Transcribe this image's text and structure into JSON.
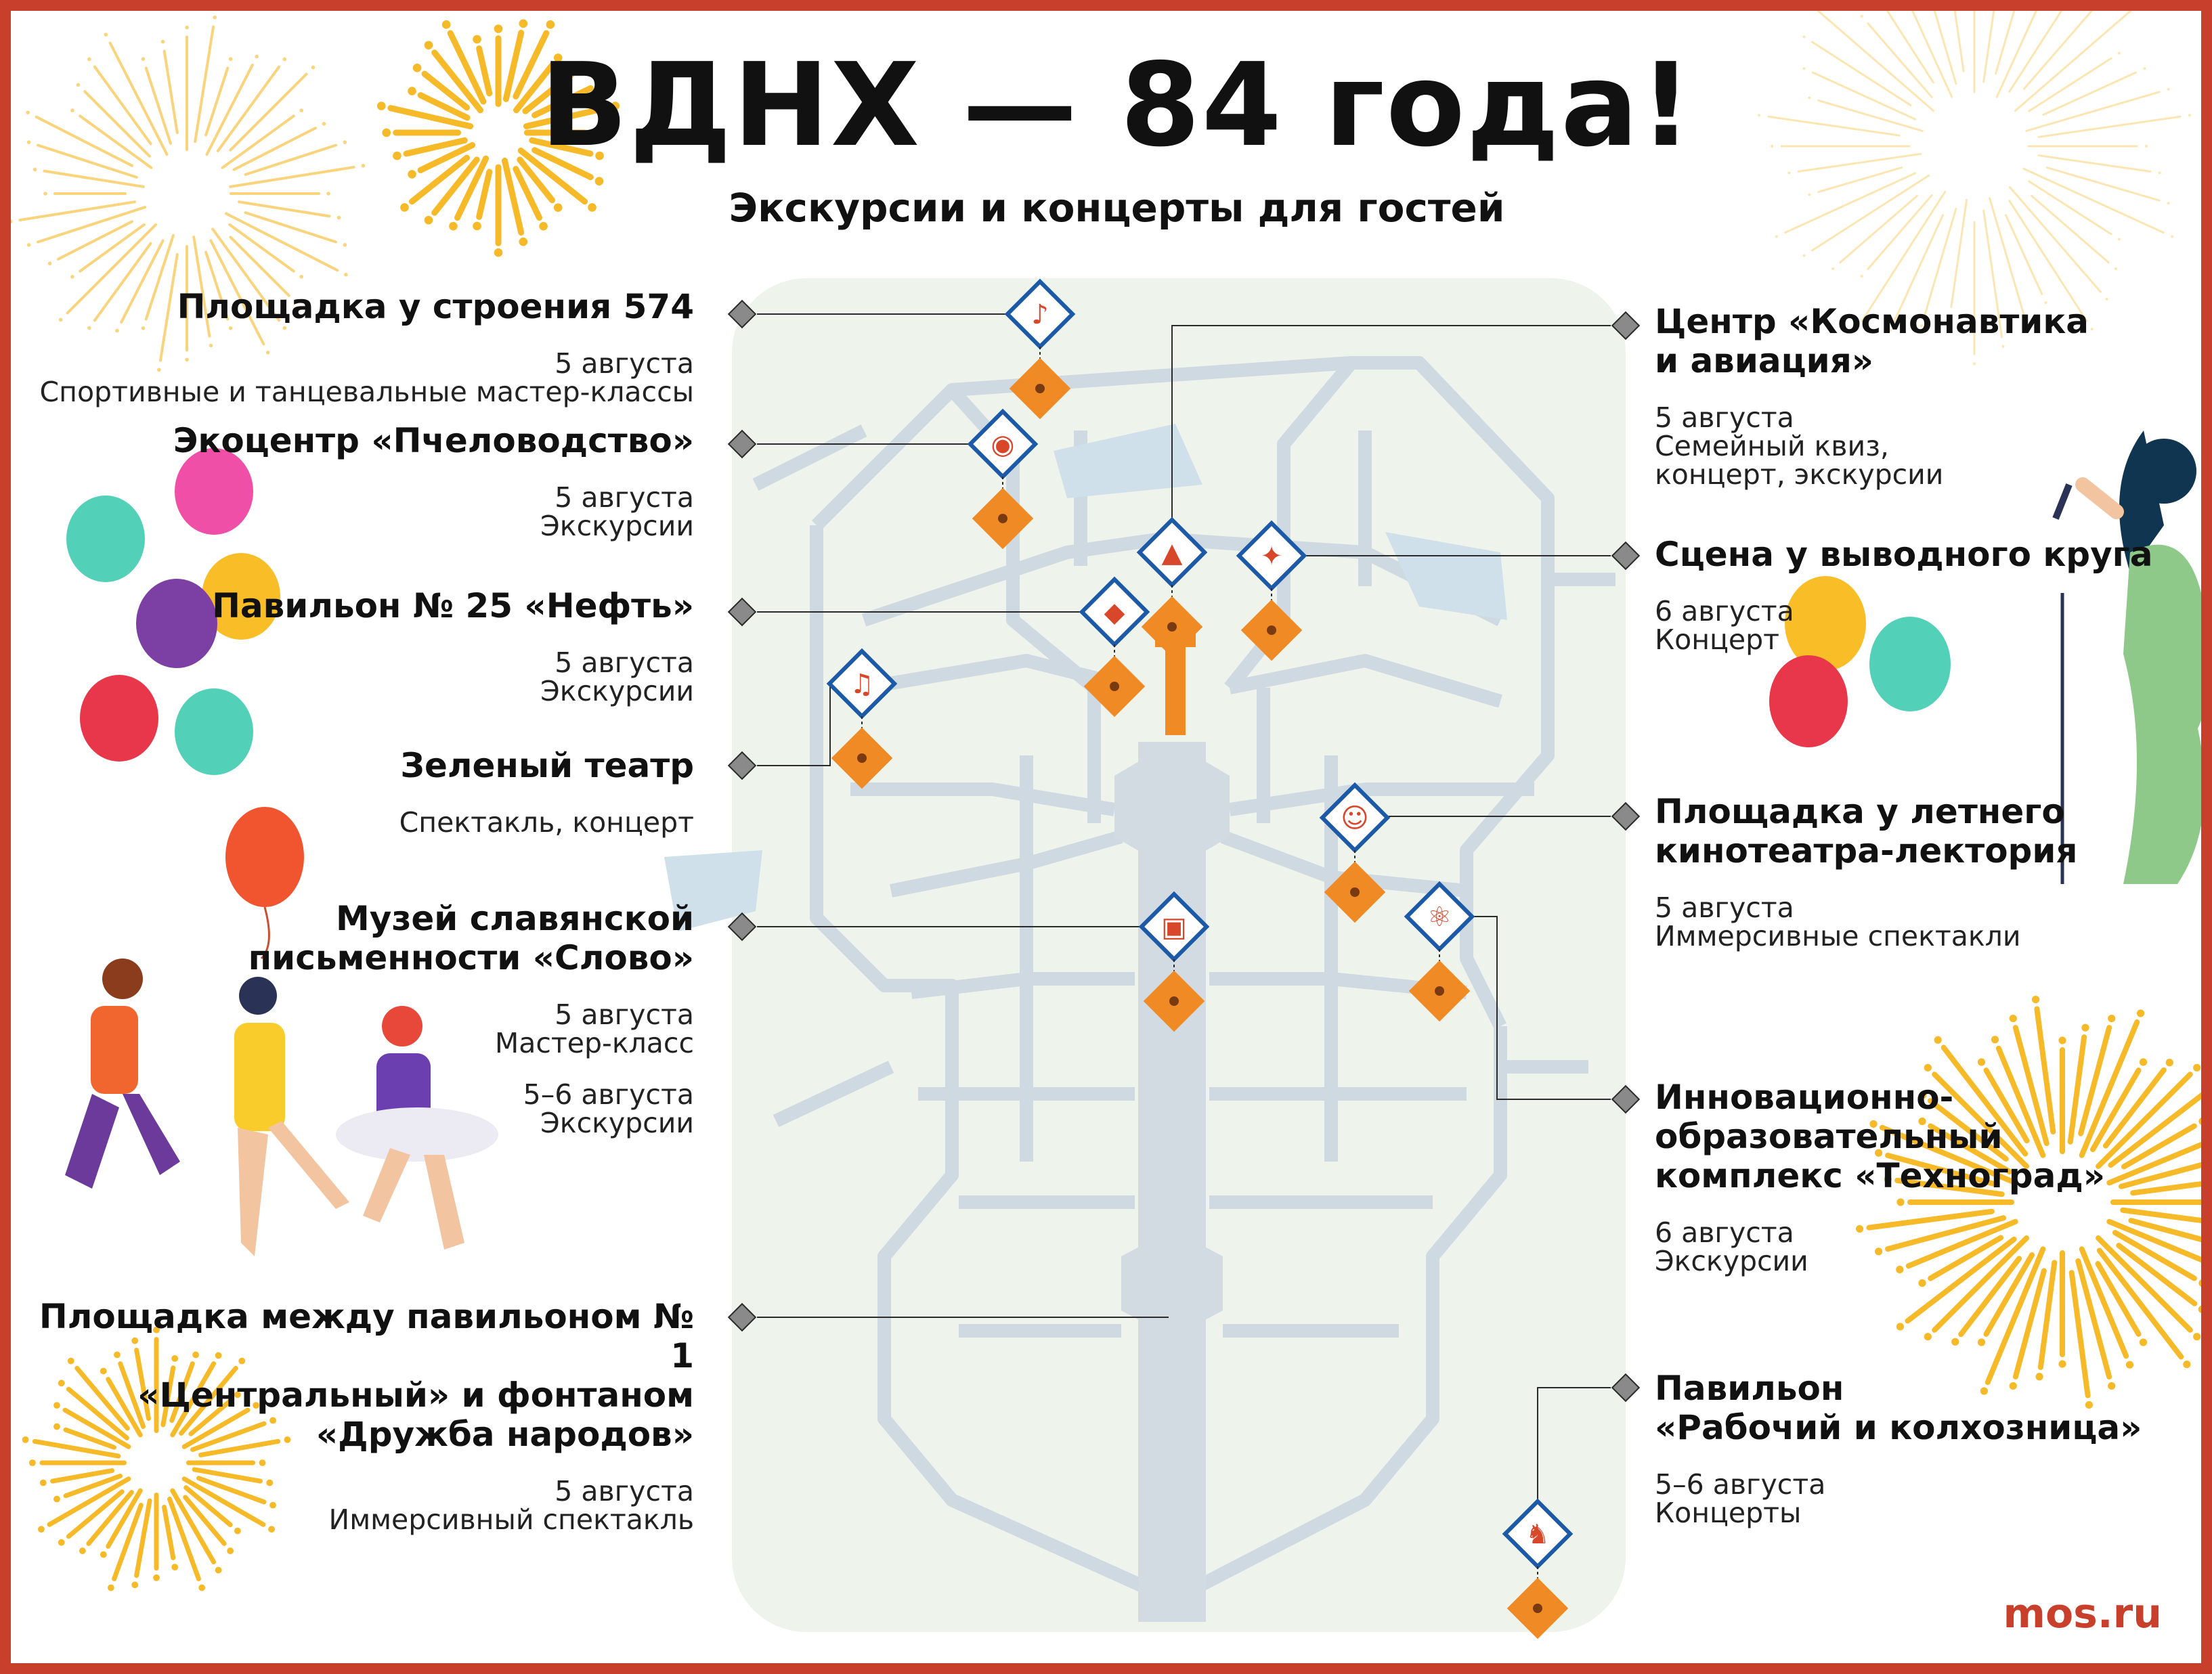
{
  "header": {
    "title": "ВДНХ — 84 года!",
    "subtitle": "Экскурсии и концерты для гостей"
  },
  "colors": {
    "frame": "#c8402b",
    "map_background": "#eef3ec",
    "roads": "#cfd9e2",
    "marker_orange": "#f08a24",
    "icon_blue": "#1c5aa8",
    "firework_yellow": "#f6b928"
  },
  "locations_left": [
    {
      "name": "Площадка у строения 574",
      "dates": [
        {
          "date": "5 августа",
          "desc": "Спортивные и танцевальные мастер-классы"
        }
      ]
    },
    {
      "name": "Экоцентр «Пчеловодство»",
      "dates": [
        {
          "date": "5 августа",
          "desc": "Экскурсии"
        }
      ]
    },
    {
      "name": "Павильон № 25 «Нефть»",
      "dates": [
        {
          "date": "5 августа",
          "desc": "Экскурсии"
        }
      ]
    },
    {
      "name": "Зеленый театр",
      "dates": [
        {
          "date": "",
          "desc": "Спектакль, концерт"
        }
      ]
    },
    {
      "name": "Музей славянской\nписьменности «Слово»",
      "dates": [
        {
          "date": "5 августа",
          "desc": "Мастер-класс"
        },
        {
          "date": "5–6 августа",
          "desc": "Экскурсии"
        }
      ]
    },
    {
      "name": "Площадка между павильоном № 1\n«Центральный» и фонтаном\n«Дружба народов»",
      "dates": [
        {
          "date": "5 августа",
          "desc": "Иммерсивный спектакль"
        }
      ]
    }
  ],
  "locations_right": [
    {
      "name": "Центр «Космонавтика\nи авиация»",
      "dates": [
        {
          "date": "5 августа",
          "desc": "Семейный квиз,\nконцерт, экскурсии"
        }
      ]
    },
    {
      "name": "Сцена у выводного круга",
      "dates": [
        {
          "date": "6 августа",
          "desc": "Концерт"
        }
      ]
    },
    {
      "name": "Площадка у летнего\nкинотеатра-лектория",
      "dates": [
        {
          "date": "5 августа",
          "desc": "Иммерсивные спектакли"
        }
      ]
    },
    {
      "name": "Инновационно-\nобразовательный\nкомплекс «Техноград»",
      "dates": [
        {
          "date": "6 августа",
          "desc": "Экскурсии"
        }
      ]
    },
    {
      "name": "Павильон\n«Рабочий и колхозница»",
      "dates": [
        {
          "date": "5–6 августа",
          "desc": "Концерты"
        }
      ]
    }
  ],
  "icons": [
    "dance-icon",
    "bee-icon",
    "rocket-icon",
    "drum-icon",
    "oil-icon",
    "music-icon",
    "theater-masks-icon",
    "museum-icon",
    "atom-icon",
    "monument-icon"
  ],
  "logo": "mos.ru"
}
